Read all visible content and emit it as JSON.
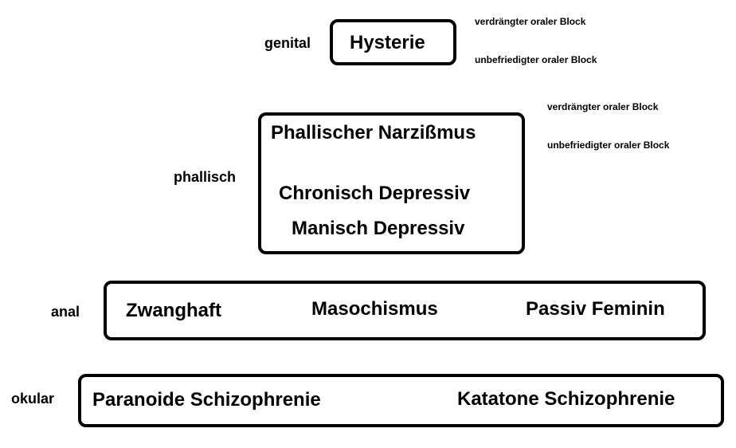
{
  "diagram": {
    "levels": [
      {
        "id": "genital",
        "label": "genital",
        "items": [
          "Hysterie"
        ],
        "notes": [
          "verdrängter oraler Block",
          "unbefriedigter oraler Block"
        ]
      },
      {
        "id": "phallisch",
        "label": "phallisch",
        "items": [
          "Phallischer Narzißmus",
          "Chronisch Depressiv",
          "Manisch Depressiv"
        ],
        "notes": [
          "verdrängter oraler Block",
          "unbefriedigter oraler Block"
        ]
      },
      {
        "id": "anal",
        "label": "anal",
        "items": [
          "Zwanghaft",
          "Masochismus",
          "Passiv Feminin"
        ]
      },
      {
        "id": "okular",
        "label": "okular",
        "items": [
          "Paranoide Schizophrenie",
          "Katatone Schizophrenie"
        ]
      }
    ]
  }
}
